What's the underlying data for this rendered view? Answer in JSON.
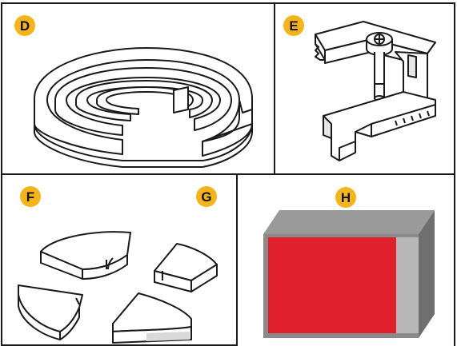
{
  "panels": {
    "d": {
      "label": "D",
      "item": "spiral-foam-gasket"
    },
    "e": {
      "label": "E",
      "item": "mounting-clamp"
    },
    "f": {
      "label": "F",
      "item": "rubber-wedge-pads"
    },
    "g": {
      "label": "G",
      "item": "rubber-wedge-pads"
    },
    "h": {
      "label": "H",
      "item": "red-adhesive-foam-block"
    }
  },
  "colors": {
    "badge": "#f5b41c",
    "outline": "#1a1a1a",
    "block_red": "#e0202a",
    "block_gray": "#8a8a8a"
  }
}
